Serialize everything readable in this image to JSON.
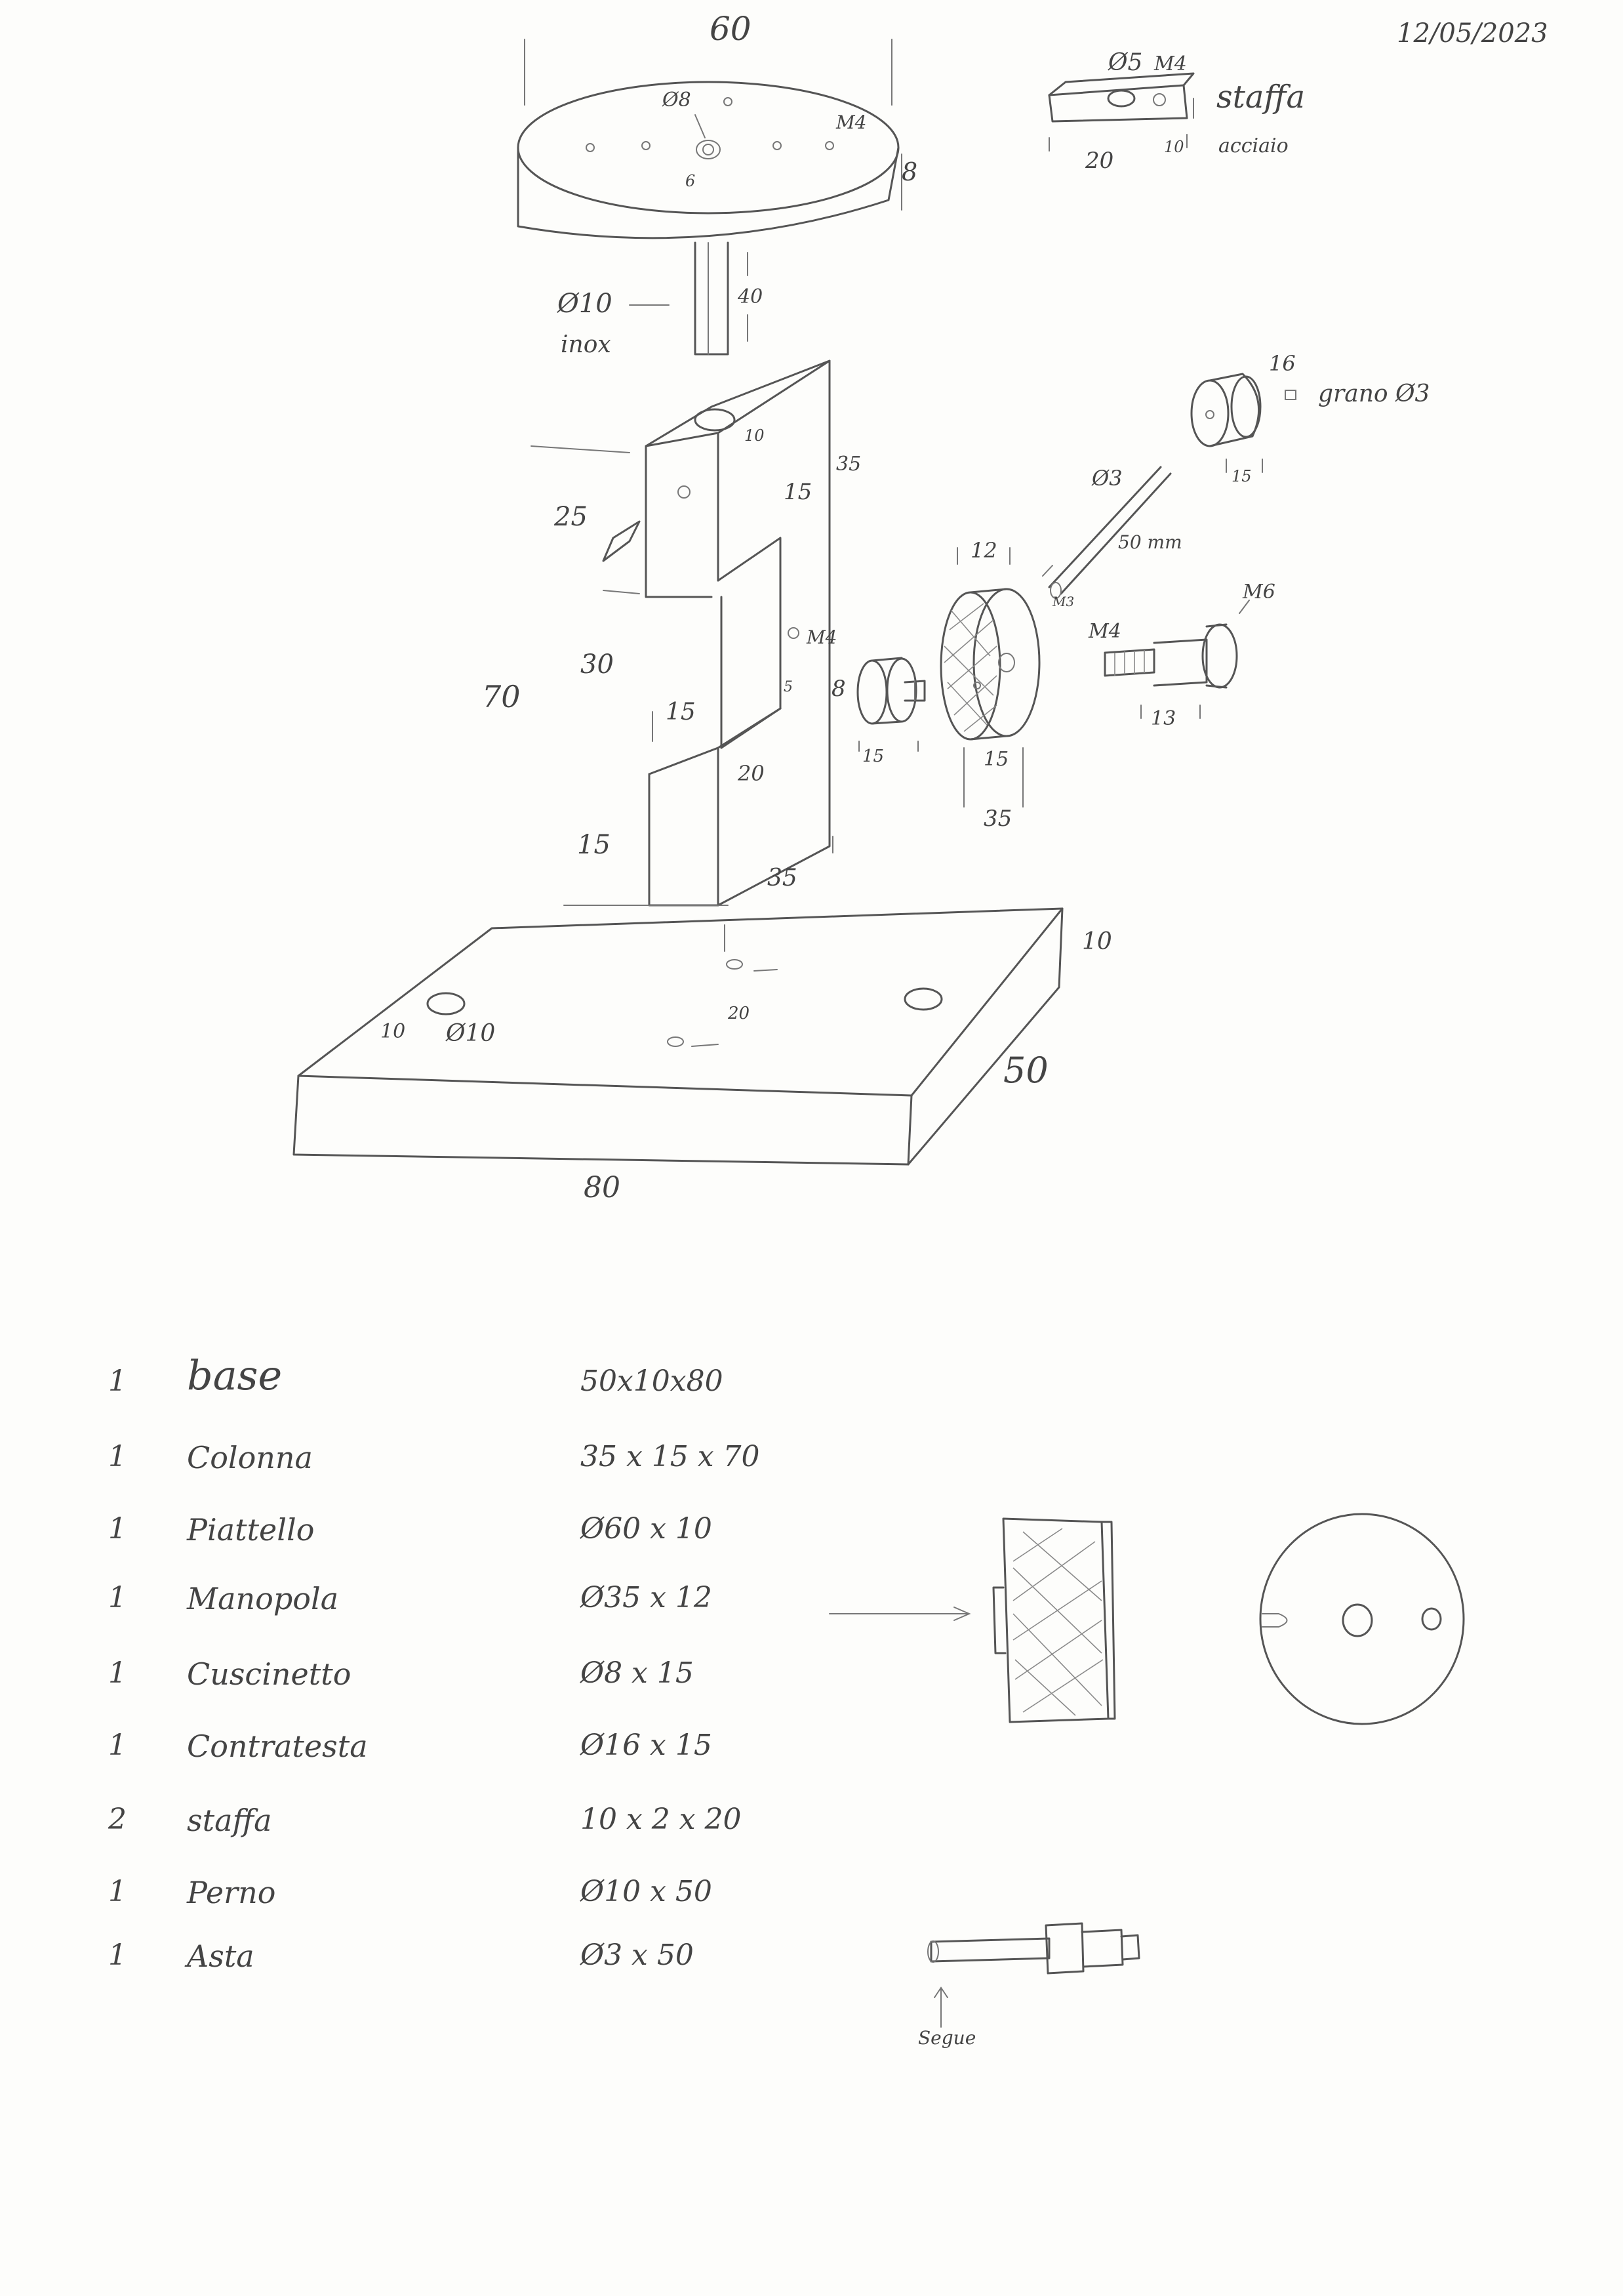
{
  "date": "12/05/2023",
  "drawing": {
    "plate": {
      "width": "60",
      "thickness": "8",
      "center_hole": "Ø8",
      "thread": "M4",
      "small_mark": "6"
    },
    "pin": {
      "diameter": "Ø10",
      "material": "inox",
      "length": "40"
    },
    "bracket": {
      "hole": "Ø5",
      "thread": "M4",
      "name": "staffa",
      "material": "acciaio",
      "length": "20",
      "height": "10"
    },
    "column": {
      "top_inset": "10",
      "left_width": "25",
      "depth_top": "15",
      "height_total": "35",
      "slot_height": "30",
      "overall_height": "70",
      "thread": "M4",
      "lower_15": "15",
      "base_20": "20",
      "bottom_15": "15",
      "width": "35",
      "slot_5": "5"
    },
    "base": {
      "length": "80",
      "depth": "50",
      "thickness": "10",
      "hole_offset": "10",
      "hole": "Ø10",
      "mid": "20"
    },
    "bushing": {
      "diameter": "8",
      "length": "15"
    },
    "knob": {
      "width": "12",
      "inner": "15",
      "diameter": "35"
    },
    "rod": {
      "diameter": "Ø3",
      "length": "50 mm",
      "thread": "M3"
    },
    "screw": {
      "thread_left": "M4",
      "head": "M6",
      "length": "13"
    },
    "counter_head": {
      "diameter": "16",
      "length": "15",
      "grub": "grano Ø3"
    },
    "note_label": "Segue"
  },
  "parts_list": [
    {
      "qty": "1",
      "name": "base",
      "dims": "50x10x80"
    },
    {
      "qty": "1",
      "name": "Colonna",
      "dims": "35 x 15 x 70"
    },
    {
      "qty": "1",
      "name": "Piattello",
      "dims": "Ø60 x 10"
    },
    {
      "qty": "1",
      "name": "Manopola",
      "dims": "Ø35 x 12"
    },
    {
      "qty": "1",
      "name": "Cuscinetto",
      "dims": "Ø8 x 15"
    },
    {
      "qty": "1",
      "name": "Contratesta",
      "dims": "Ø16 x 15"
    },
    {
      "qty": "2",
      "name": "staffa",
      "dims": "10 x 2 x 20"
    },
    {
      "qty": "1",
      "name": "Perno",
      "dims": "Ø10 x 50"
    },
    {
      "qty": "1",
      "name": "Asta",
      "dims": "Ø3 x 50"
    }
  ]
}
